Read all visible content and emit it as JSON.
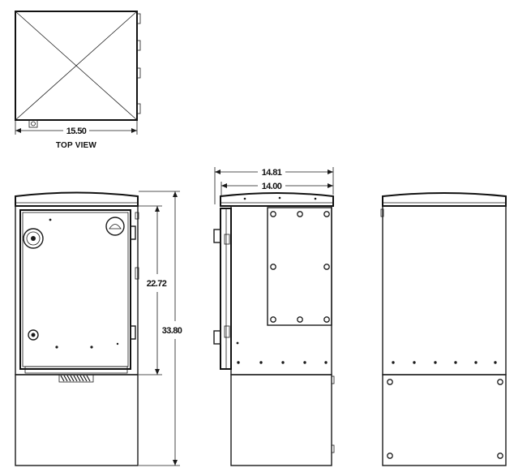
{
  "top_view": {
    "width_dim": "15.50",
    "caption": "TOP VIEW"
  },
  "front_view": {
    "door_height_dim": "22.72",
    "total_height_dim": "33.80"
  },
  "side_view": {
    "overall_width_dim": "14.81",
    "body_width_dim": "14.00"
  },
  "colors": {
    "line": "#1a1a1a",
    "background": "#ffffff"
  }
}
